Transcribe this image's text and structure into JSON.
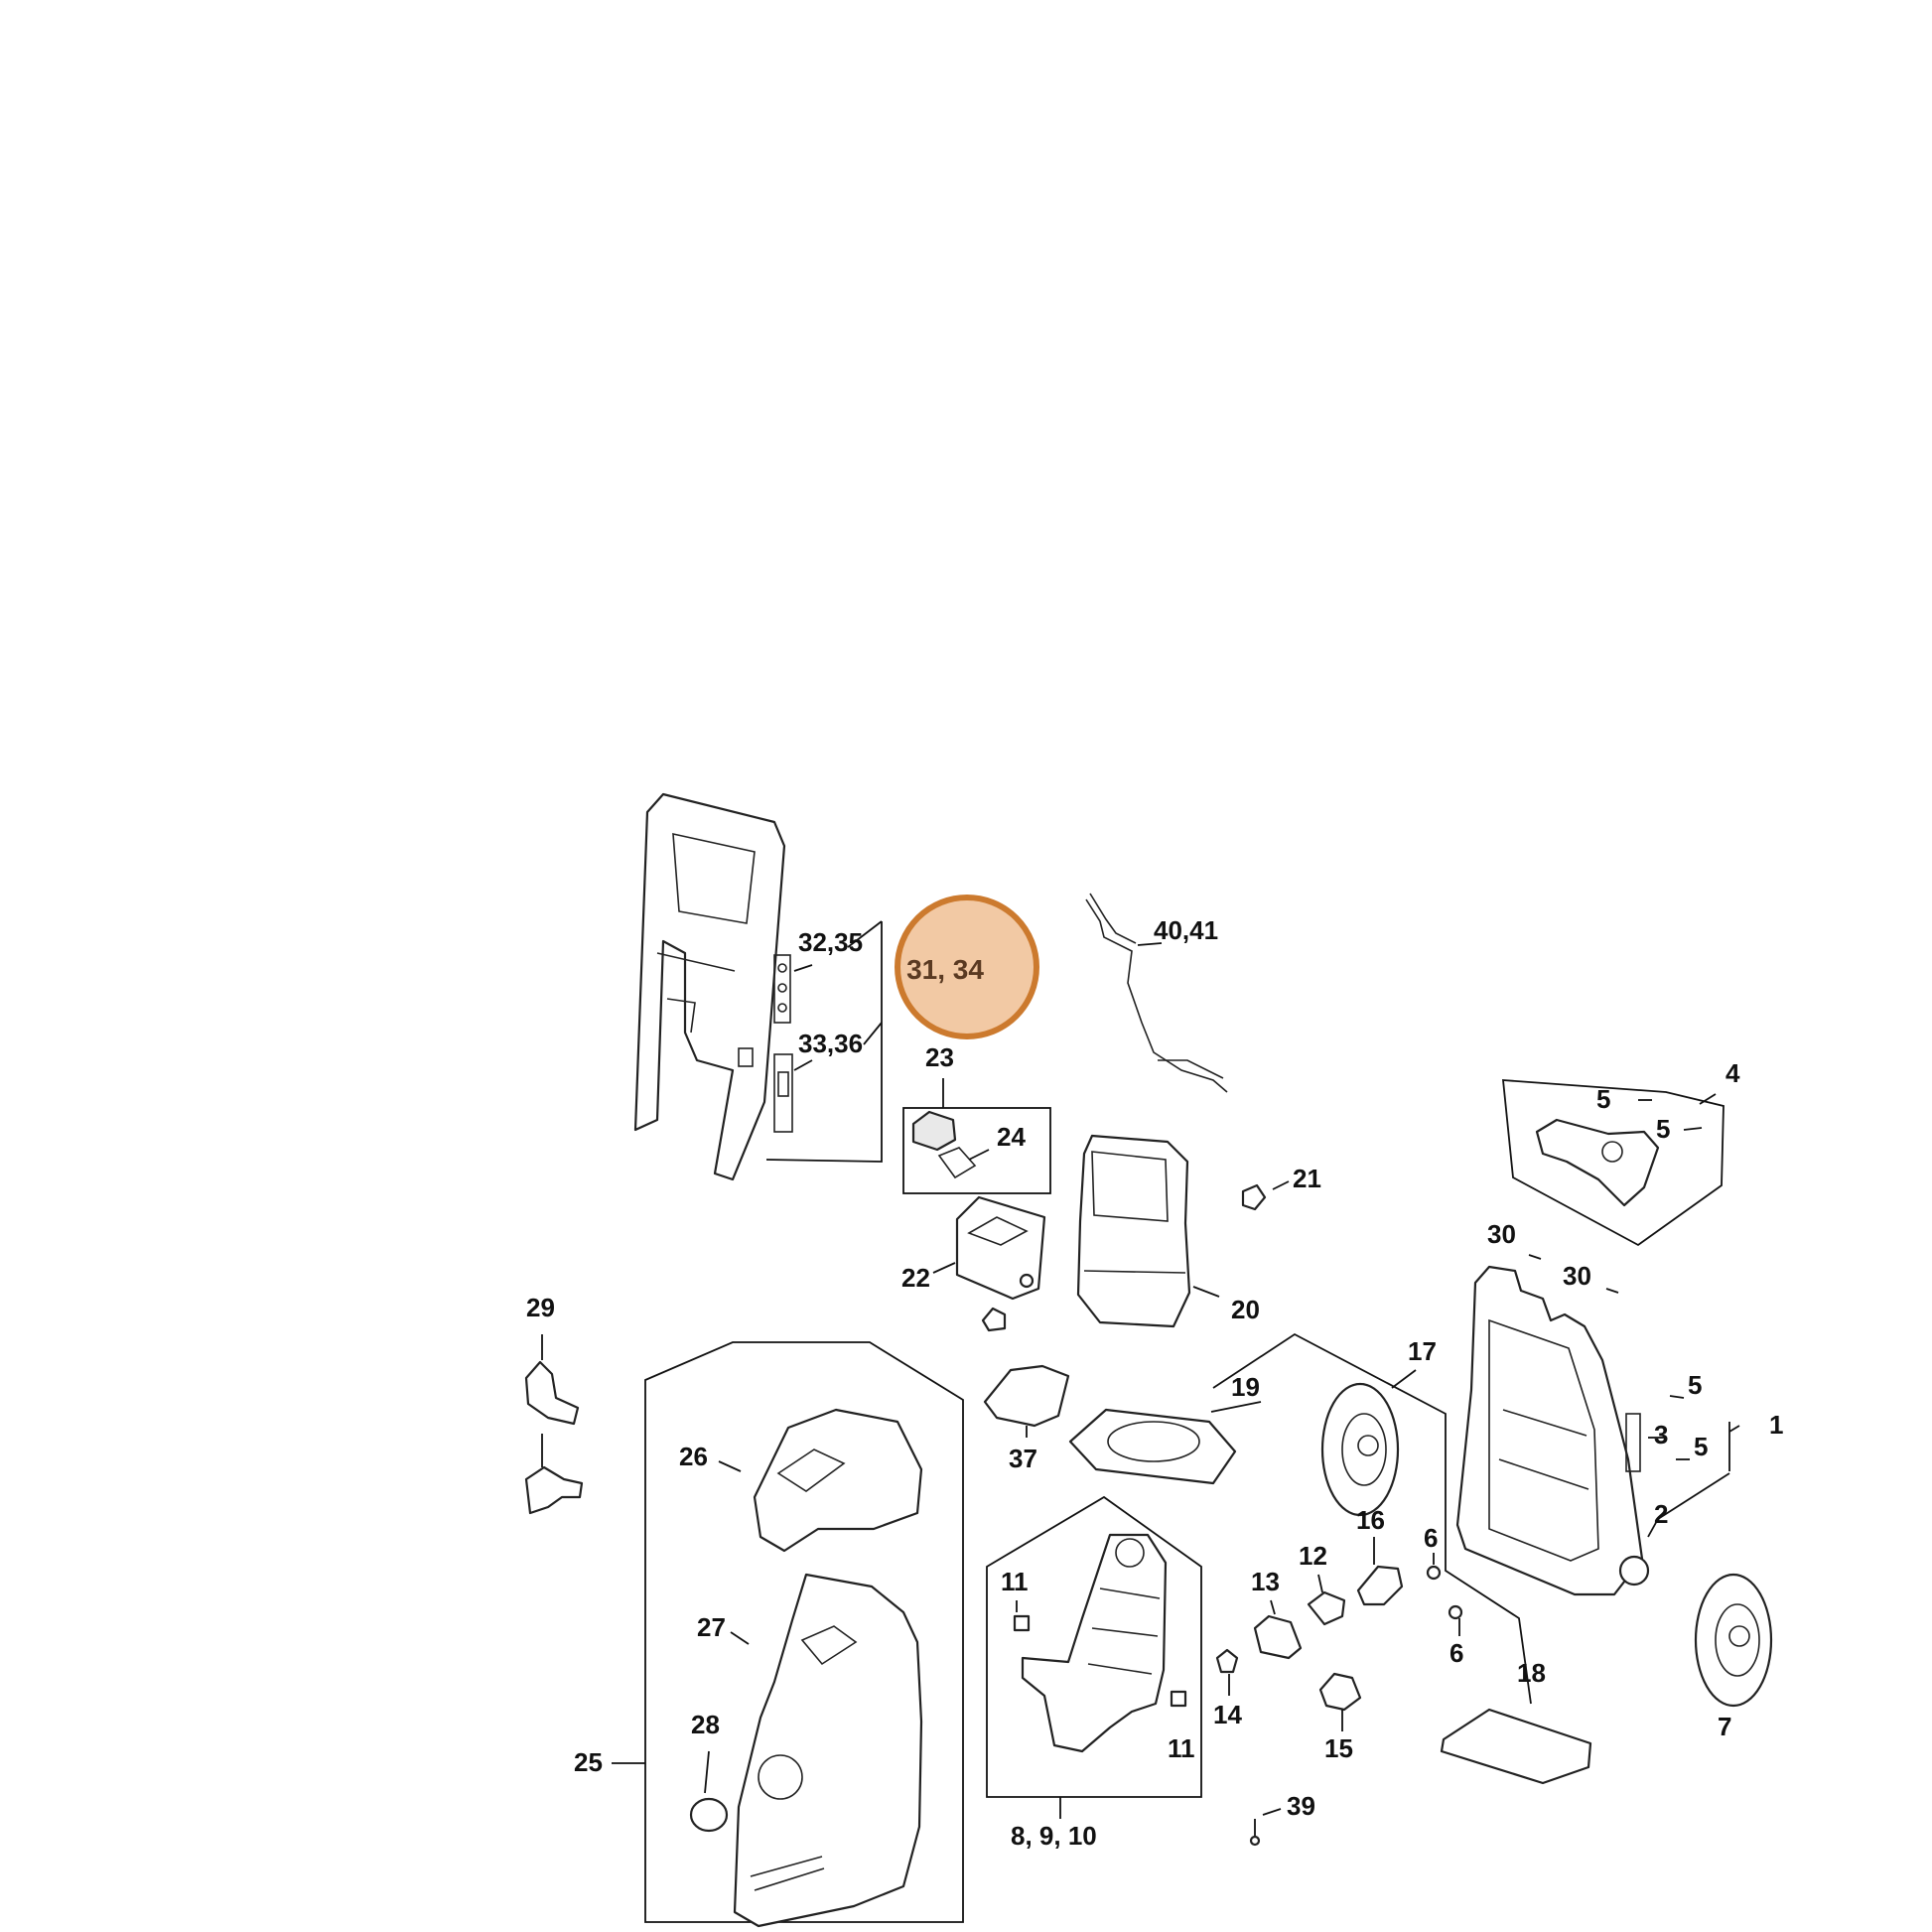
{
  "highlight": {
    "label": "31, 34",
    "fill": "#f2c9a4",
    "stroke": "#cc7a2e"
  },
  "labels": {
    "l1": "1",
    "l2": "2",
    "l3": "3",
    "l4": "4",
    "l5a": "5",
    "l5b": "5",
    "l5c": "5",
    "l5d": "5",
    "l6a": "6",
    "l6b": "6",
    "l7": "7",
    "l8": "8, 9, 10",
    "l11a": "11",
    "l11b": "11",
    "l12": "12",
    "l13": "13",
    "l14": "14",
    "l15": "15",
    "l16": "16",
    "l17": "17",
    "l18": "18",
    "l19": "19",
    "l20": "20",
    "l21": "21",
    "l22": "22",
    "l23": "23",
    "l24": "24",
    "l25": "25",
    "l26": "26",
    "l27": "27",
    "l28": "28",
    "l29": "29",
    "l30a": "30",
    "l30b": "30",
    "l32": "32,35",
    "l33": "33,36",
    "l37": "37",
    "l39": "39",
    "l40": "40,41"
  }
}
